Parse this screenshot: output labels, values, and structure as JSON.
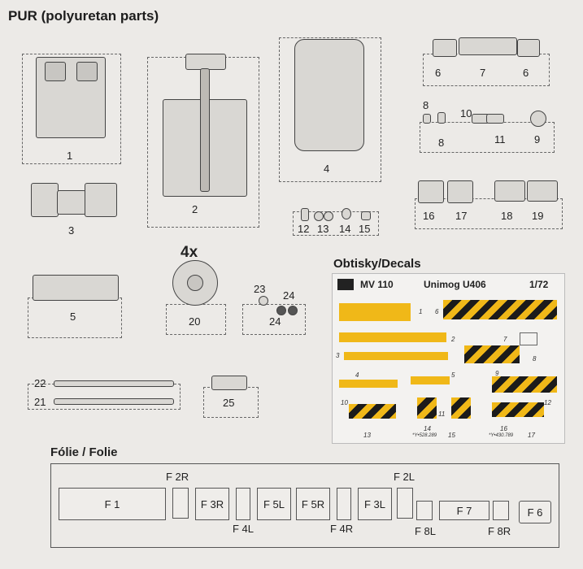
{
  "header": {
    "title": "PUR (polyuretan parts)"
  },
  "parts": {
    "p1": "1",
    "p2": "2",
    "p3": "3",
    "p4": "4",
    "p5": "5",
    "p6a": "6",
    "p7": "7",
    "p6b": "6",
    "p8a": "8",
    "p8b": "8",
    "p10": "10",
    "p11": "11",
    "p9": "9",
    "p12": "12",
    "p13": "13",
    "p14": "14",
    "p15": "15",
    "p16": "16",
    "p17": "17",
    "p18": "18",
    "p19": "19",
    "p20": "20",
    "qty": "4x",
    "p23": "23",
    "p24a": "24",
    "p24b": "24",
    "p22": "22",
    "p21": "21",
    "p25": "25"
  },
  "decals": {
    "section": "Obtisky/Decals",
    "code": "MV 110",
    "name": "Unimog U406",
    "scale": "1/72",
    "n1": "1",
    "n2": "2",
    "n3": "3",
    "n4": "4",
    "n5": "5",
    "n6": "6",
    "n7": "7",
    "n8": "8",
    "n9": "9",
    "n10": "10",
    "n11": "11",
    "n12": "12",
    "n13": "13",
    "n14": "14",
    "n15": "15",
    "n16": "16",
    "n17": "17",
    "plate14": "*Y•528.289",
    "plate16": "*Y•430.789"
  },
  "foil": {
    "title": "Fólie / Folie",
    "f1": "F 1",
    "f2r": "F 2R",
    "f3r": "F 3R",
    "f4l": "F 4L",
    "f5l": "F 5L",
    "f5r": "F 5R",
    "f4r": "F 4R",
    "f3l": "F 3L",
    "f2l": "F 2L",
    "f8l": "F 8L",
    "f7": "F 7",
    "f8r": "F 8R",
    "f6": "F 6"
  }
}
